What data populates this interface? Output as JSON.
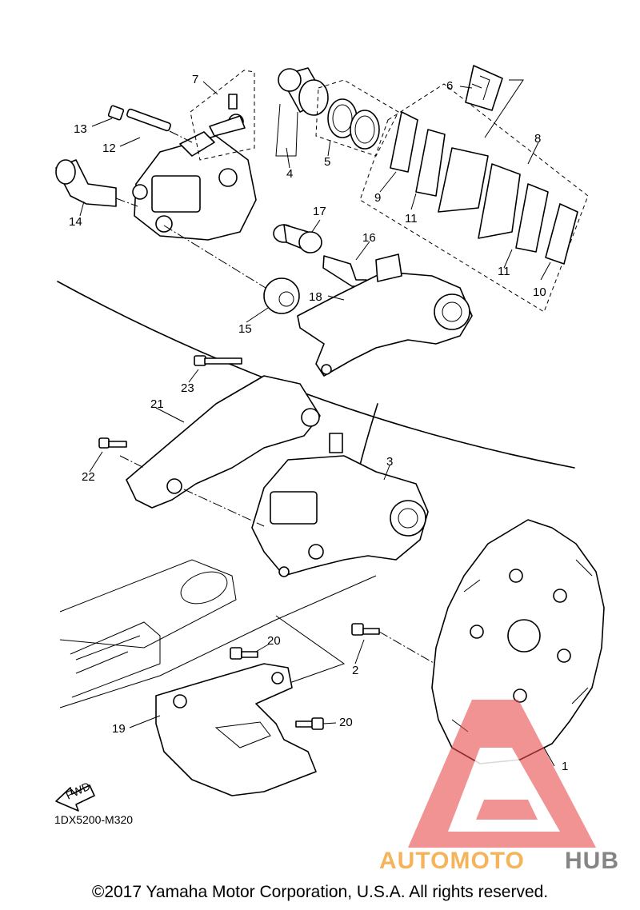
{
  "diagram": {
    "part_code": "1DX5200-M320",
    "fwd_label": "FWD",
    "callouts": [
      "1",
      "2",
      "3",
      "4",
      "5",
      "6",
      "7",
      "8",
      "9",
      "10",
      "11",
      "11",
      "12",
      "13",
      "14",
      "15",
      "16",
      "17",
      "18",
      "19",
      "20",
      "20",
      "21",
      "22",
      "23"
    ]
  },
  "watermark": {
    "brand_part1": "AUTOMOTO",
    "brand_part2": "HUB",
    "color_red": "#e84c4c",
    "color_orange": "#f4a840",
    "color_gray": "#707070"
  },
  "footer": {
    "copyright": "©2017 Yamaha Motor Corporation, U.S.A. All rights reserved."
  }
}
